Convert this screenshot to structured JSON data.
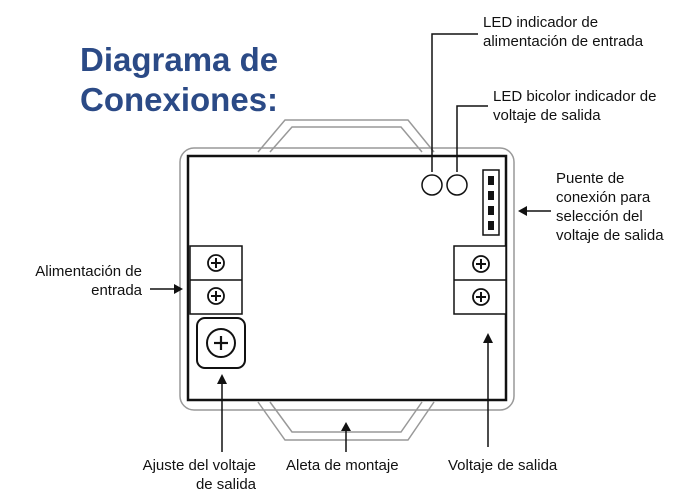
{
  "title": {
    "line1": "Diagrama de",
    "line2": "Conexiones:"
  },
  "labels": {
    "led_input": [
      "LED indicador de",
      "alimentación de entrada"
    ],
    "led_output": [
      "LED bicolor indicador de",
      "voltaje de salida"
    ],
    "jumper": [
      "Puente de",
      "conexión para",
      "selección del",
      "voltaje de salida"
    ],
    "power_input": [
      "Alimentación de",
      "entrada"
    ],
    "adjust": [
      "Ajuste del voltaje",
      "de salida"
    ],
    "mounting_tab": "Aleta de montaje",
    "output_voltage": "Voltaje de salida"
  },
  "colors": {
    "title": "#2b4a86",
    "outline": "#111111",
    "casing": "#999999"
  }
}
